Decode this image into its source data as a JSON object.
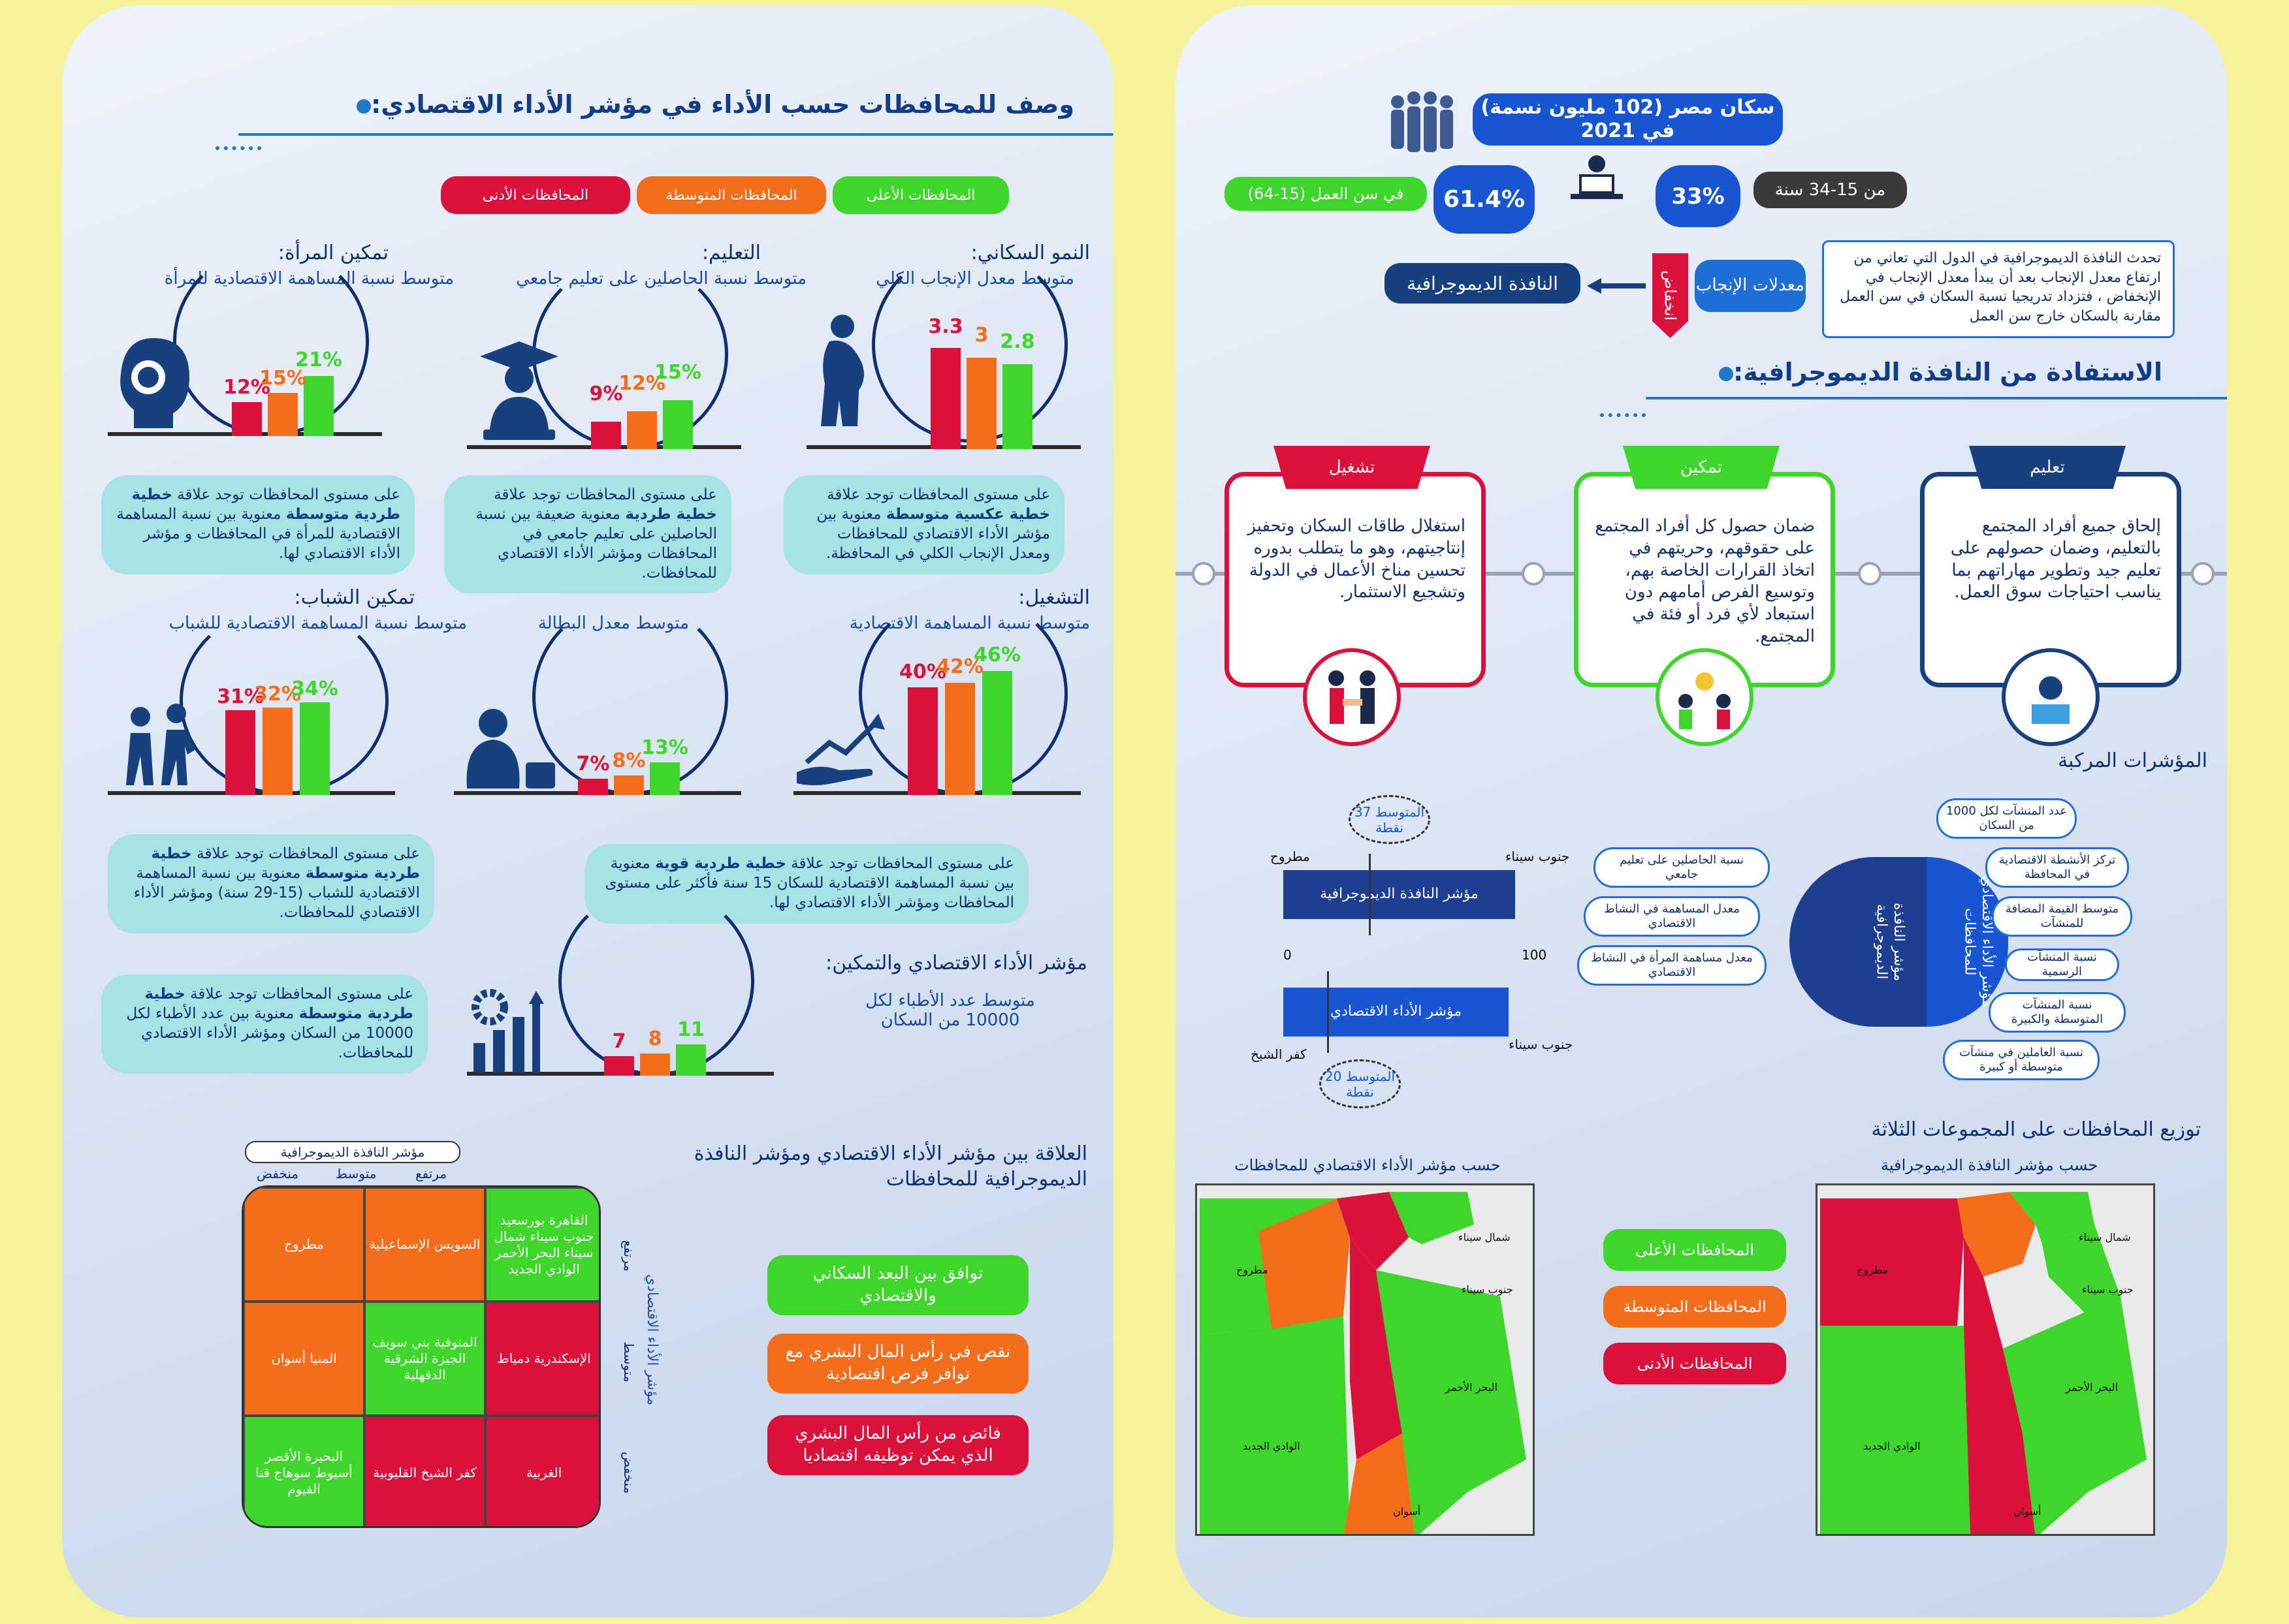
{
  "left": {
    "title": "وصف للمحافظات حسب الأداء في مؤشر الأداء الاقتصادي:",
    "legend": {
      "top": "المحافظات الأعلى",
      "middle": "المحافظات المتوسطة",
      "low": "المحافظات الأدنى"
    },
    "charts": [
      {
        "title": "النمو السكاني:",
        "sub": "متوسط معدل الإنجاب الكلي",
        "values": [
          "3.3",
          "3",
          "2.8"
        ],
        "note_pre": "على مستوى المحافظات توجد علاقة",
        "note_bold": "خطية عكسية متوسطة",
        "note_post": "معنوية بين مؤشر الأداء الاقتصادي للمحافظات ومعدل الإنجاب الكلي في المحافظة."
      },
      {
        "title": "التعليم:",
        "sub": "متوسط نسبة الحاصلين على تعليم جامعي",
        "values": [
          "9%",
          "12%",
          "15%"
        ],
        "note_pre": "على مستوى المحافظات توجد علاقة",
        "note_bold": "خطية طردية",
        "note_post": "معنوية ضعيفة بين نسبة الحاصلين على تعليم جامعي في المحافظات ومؤشر الأداء الاقتصادي للمحافظات."
      },
      {
        "title": "تمكين المرأة:",
        "sub": "متوسط نسبة المساهمة الاقتصادية للمرأة",
        "values": [
          "12%",
          "15%",
          "21%"
        ],
        "note_pre": "على مستوى المحافظات توجد علاقة",
        "note_bold": "خطية طردية متوسطة",
        "note_post": "معنوية بين نسبة المساهمة الاقتصادية للمرأة في المحافظات و مؤشر الأداء الاقتصادي لها."
      },
      {
        "title": "التشغيل:",
        "sub": "متوسط نسبة المساهمة الاقتصادية",
        "values": [
          "40%",
          "42%",
          "46%"
        ],
        "note_pre": "على مستوى المحافظات توجد علاقة",
        "note_bold": "خطية طردية قوية",
        "note_post": "معنوية بين نسبة المساهمة الاقتصادية للسكان 15 سنة فأكثر على مستوى المحافظات ومؤشر الأداء الاقتصادي لها."
      },
      {
        "title": "",
        "sub": "متوسط معدل البطالة",
        "values": [
          "7%",
          "8%",
          "13%"
        ]
      },
      {
        "title": "تمكين الشباب:",
        "sub": "متوسط نسبة المساهمة الاقتصادية للشباب",
        "values": [
          "31%",
          "32%",
          "34%"
        ],
        "note_pre": "على مستوى المحافظات توجد علاقة",
        "note_bold": "خطية طردية متوسطة",
        "note_post": "معنوية بين نسبة المساهمة الاقتصادية للشباب (15-29 سنة) ومؤشر الأداء الاقتصادي للمحافظات."
      },
      {
        "title": "مؤشر الأداء الاقتصادي والتمكين:",
        "sub": "متوسط عدد الأطباء لكل 10000 من السكان",
        "values": [
          "7",
          "8",
          "11"
        ],
        "note_pre": "على مستوى المحافظات توجد علاقة",
        "note_bold": "خطية طردية متوسطة",
        "note_post": "معنوية بين عدد الأطباء لكل 10000 من السكان ومؤشر الأداء الاقتصادي للمحافظات."
      }
    ],
    "relation_title": "العلاقة بين مؤشر الأداء الاقتصادي ومؤشر النافذة الديموجرافية للمحافظات",
    "matrix": {
      "col_header": "مؤشر النافذة الديموجرافية",
      "cols": [
        "مرتفع",
        "متوسط",
        "منخفض"
      ],
      "row_header": "مؤشر الأداء الاقتصادي",
      "rows": [
        "مرتفع",
        "متوسط",
        "منخفض"
      ],
      "cells": [
        [
          "القاهرة بورسعيد جنوب سيناء شمال سيناء البحر الأحمر الوادي الجديد",
          "السويس الإسماعيلية",
          "مطروح"
        ],
        [
          "الإسكندرية دمياط",
          "المنوفية بني سويف الجيزة الشرقية الدقهلية",
          "المنيا أسوان"
        ],
        [
          "الغربية",
          "كفر الشيخ القليوبية",
          "البحيرة الأقصر أسيوط سوهاج قنا الفيوم"
        ]
      ]
    },
    "matrix_legend": {
      "green": "توافق بين البعد السكاني والاقتصادي",
      "orange": "نقص في رأس المال البشري مع توافر فرص اقتصادية",
      "red": "فائض من رأس المال البشري الذي يمكن توظيفه اقتصاديا"
    }
  },
  "right": {
    "population": "سكان مصر (102 مليون نسمة) في 2021",
    "pct_work": "61.4%",
    "pct_youth": "33%",
    "label_work": "في سن العمل (15-64)",
    "label_youth": "من 15-34 سنة",
    "window_text": "تحدث النافذة الديموجرافية في الدول التي تعاني من ارتفاع معدل الإنجاب بعد أن يبدأ معدل الإنجاب في الإنخفاض ، فتزداد تدريجيا نسبة السكان في سن العمل مقارنة بالسكان خارج سن العمل",
    "birth_rates": "معدلات الإنجاب",
    "decline": "انخفاض",
    "window_label": "النافذة الديموجرافية",
    "benefit_title": "الاستفادة من النافذة الديموجرافية:",
    "cards": [
      {
        "tag": "تعليم",
        "text": "إلحاق جميع أفراد المجتمع بالتعليم، وضمان حصولهم على تعليم جيد وتطوير مهاراتهم بما يناسب احتياجات سوق العمل."
      },
      {
        "tag": "تمكين",
        "text": "ضمان حصول كل أفراد المجتمع على حقوقهم، وحريتهم في اتخاذ القرارات الخاصة بهم، وتوسيع الفرص أمامهم دون استبعاد لأي فرد أو فئة في المجتمع."
      },
      {
        "tag": "تشغيل",
        "text": "استغلال طاقات السكان وتحفيز إنتاجيتهم، وهو ما يتطلب بدوره تحسين مناخ الأعمال في الدولة وتشجيع الاستثمار."
      }
    ],
    "composite_title": "المؤشرات المركبة",
    "window_index": "مؤشر النافذة الديموجرافية",
    "econ_index": "مؤشر الأداء الاقتصادي",
    "scale_min": "0",
    "scale_max": "100",
    "window_avg": "المتوسط 37 نقطة",
    "econ_avg": "المتوسط 20 نقطة",
    "window_high": "جنوب سيناء",
    "window_low": "مطروح",
    "econ_high": "جنوب سيناء",
    "econ_low": "كفر الشيخ",
    "mind_center_left": "مؤشر الأداء الاقتصادي للمحافظات",
    "mind_center_right": "مؤشر النافذة الديموجرافية",
    "mind_left": [
      "عدد المنشآت لكل 1000 من السكان",
      "تركز الأنشطة الاقتصادية في المحافظة",
      "متوسط القيمة المضافة للمنشآت",
      "نسبة المنشآت الرسمية",
      "نسبة المنشآت المتوسطة والكبيرة",
      "نسبة العاملين في منشآت متوسطة أو كبيرة"
    ],
    "mind_right": [
      "نسبة الحاصلين على تعليم جامعي",
      "معدل المساهمة في النشاط الاقتصادي",
      "معدل مساهمة المرأة في النشاط الاقتصادي"
    ],
    "distribution_title": "توزيع المحافظات على المجموعات الثلاثة",
    "map_left_title": "حسب مؤشر النافذة الديموجرافية",
    "map_right_title": "حسب مؤشر الأداء الاقتصادي للمحافظات",
    "map_legend": {
      "top": "المحافظات الأعلى",
      "middle": "المحافظات المتوسطة",
      "low": "المحافظات الأدنى"
    },
    "map_labels": [
      "مطروح",
      "الوادي الجديد",
      "أسوان",
      "البحر الأحمر",
      "شمال سيناء",
      "جنوب سيناء"
    ]
  },
  "colors": {
    "green": "#3ed62b",
    "orange": "#f56c1b",
    "red": "#d9113b",
    "navy": "#17407e",
    "blue": "#1755d3"
  }
}
